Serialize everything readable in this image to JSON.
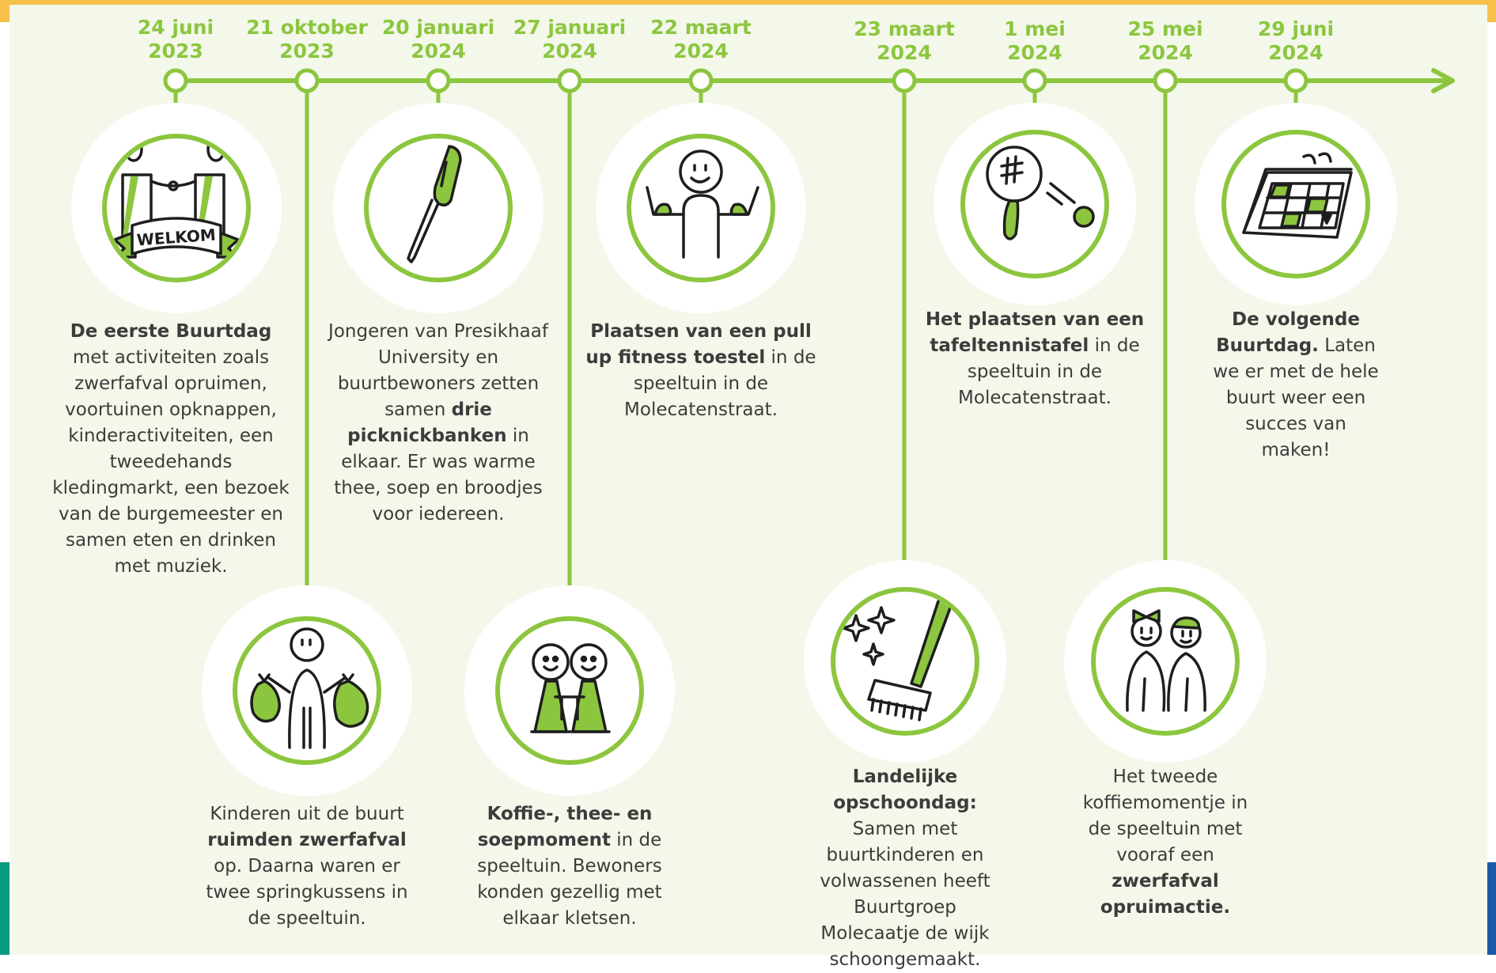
{
  "colors": {
    "accent": "#8cc63f",
    "background": "#f3f8ea",
    "text": "#3c3c3c"
  },
  "events": [
    {
      "date_line1": "24 juni",
      "date_line2": "2023",
      "icon": "welcome-banner-icon",
      "parts": [
        {
          "b": "De eerste Buurtdag"
        },
        {
          "t": " met activiteiten zoals zwerfafval opruimen, voortuinen opknappen, kinderactiviteiten, een tweedehands kledingmarkt, een bezoek van de burgemeester en samen eten en drinken met muziek."
        }
      ]
    },
    {
      "date_line1": "21 oktober",
      "date_line2": "2023",
      "icon": "trash-bags-icon",
      "parts": [
        {
          "t": "Kinderen uit de buurt "
        },
        {
          "b": "ruimden zwerfafval"
        },
        {
          "t": " op. Daarna waren er twee springkussens in de speeltuin."
        }
      ]
    },
    {
      "date_line1": "20 januari",
      "date_line2": "2024",
      "icon": "screwdriver-icon",
      "parts": [
        {
          "t": "Jongeren van Presikhaaf University en buurtbewoners zetten samen "
        },
        {
          "b": "drie picknickbanken"
        },
        {
          "t": " in elkaar. Er was warme thee, soep en broodjes voor iedereen."
        }
      ]
    },
    {
      "date_line1": "27 januari",
      "date_line2": "2024",
      "icon": "two-people-icon",
      "parts": [
        {
          "b": "Koffie-, thee- en soepmoment"
        },
        {
          "t": " in de speeltuin. Bewoners konden gezellig met elkaar kletsen."
        }
      ]
    },
    {
      "date_line1": "22 maart",
      "date_line2": "2024",
      "icon": "strong-person-icon",
      "parts": [
        {
          "b": "Plaatsen van een pull up fitness toestel"
        },
        {
          "t": " in de speeltuin in de Molecatenstraat."
        }
      ]
    },
    {
      "date_line1": "23 maart",
      "date_line2": "2024",
      "icon": "broom-icon",
      "parts": [
        {
          "b": "Landelijke opschoondag:"
        },
        {
          "t": " Samen met buurtkinderen en volwassenen heeft Buurtgroep Molecaatje de wijk schoongemaakt."
        }
      ]
    },
    {
      "date_line1": "1 mei",
      "date_line2": "2024",
      "icon": "table-tennis-icon",
      "parts": [
        {
          "b": "Het plaatsen van een tafeltennistafel"
        },
        {
          "t": " in de speeltuin in de Molecatenstraat."
        }
      ]
    },
    {
      "date_line1": "25 mei",
      "date_line2": "2024",
      "icon": "two-kids-icon",
      "parts": [
        {
          "t": "Het tweede koffiemomentje in de speeltuin met vooraf een "
        },
        {
          "b": "zwerfafval opruimactie."
        }
      ]
    },
    {
      "date_line1": "29 juni",
      "date_line2": "2024",
      "icon": "calendar-icon",
      "parts": [
        {
          "b": "De volgende Buurtdag."
        },
        {
          "t": " Laten we er met de hele buurt weer een succes van maken!"
        }
      ]
    }
  ]
}
